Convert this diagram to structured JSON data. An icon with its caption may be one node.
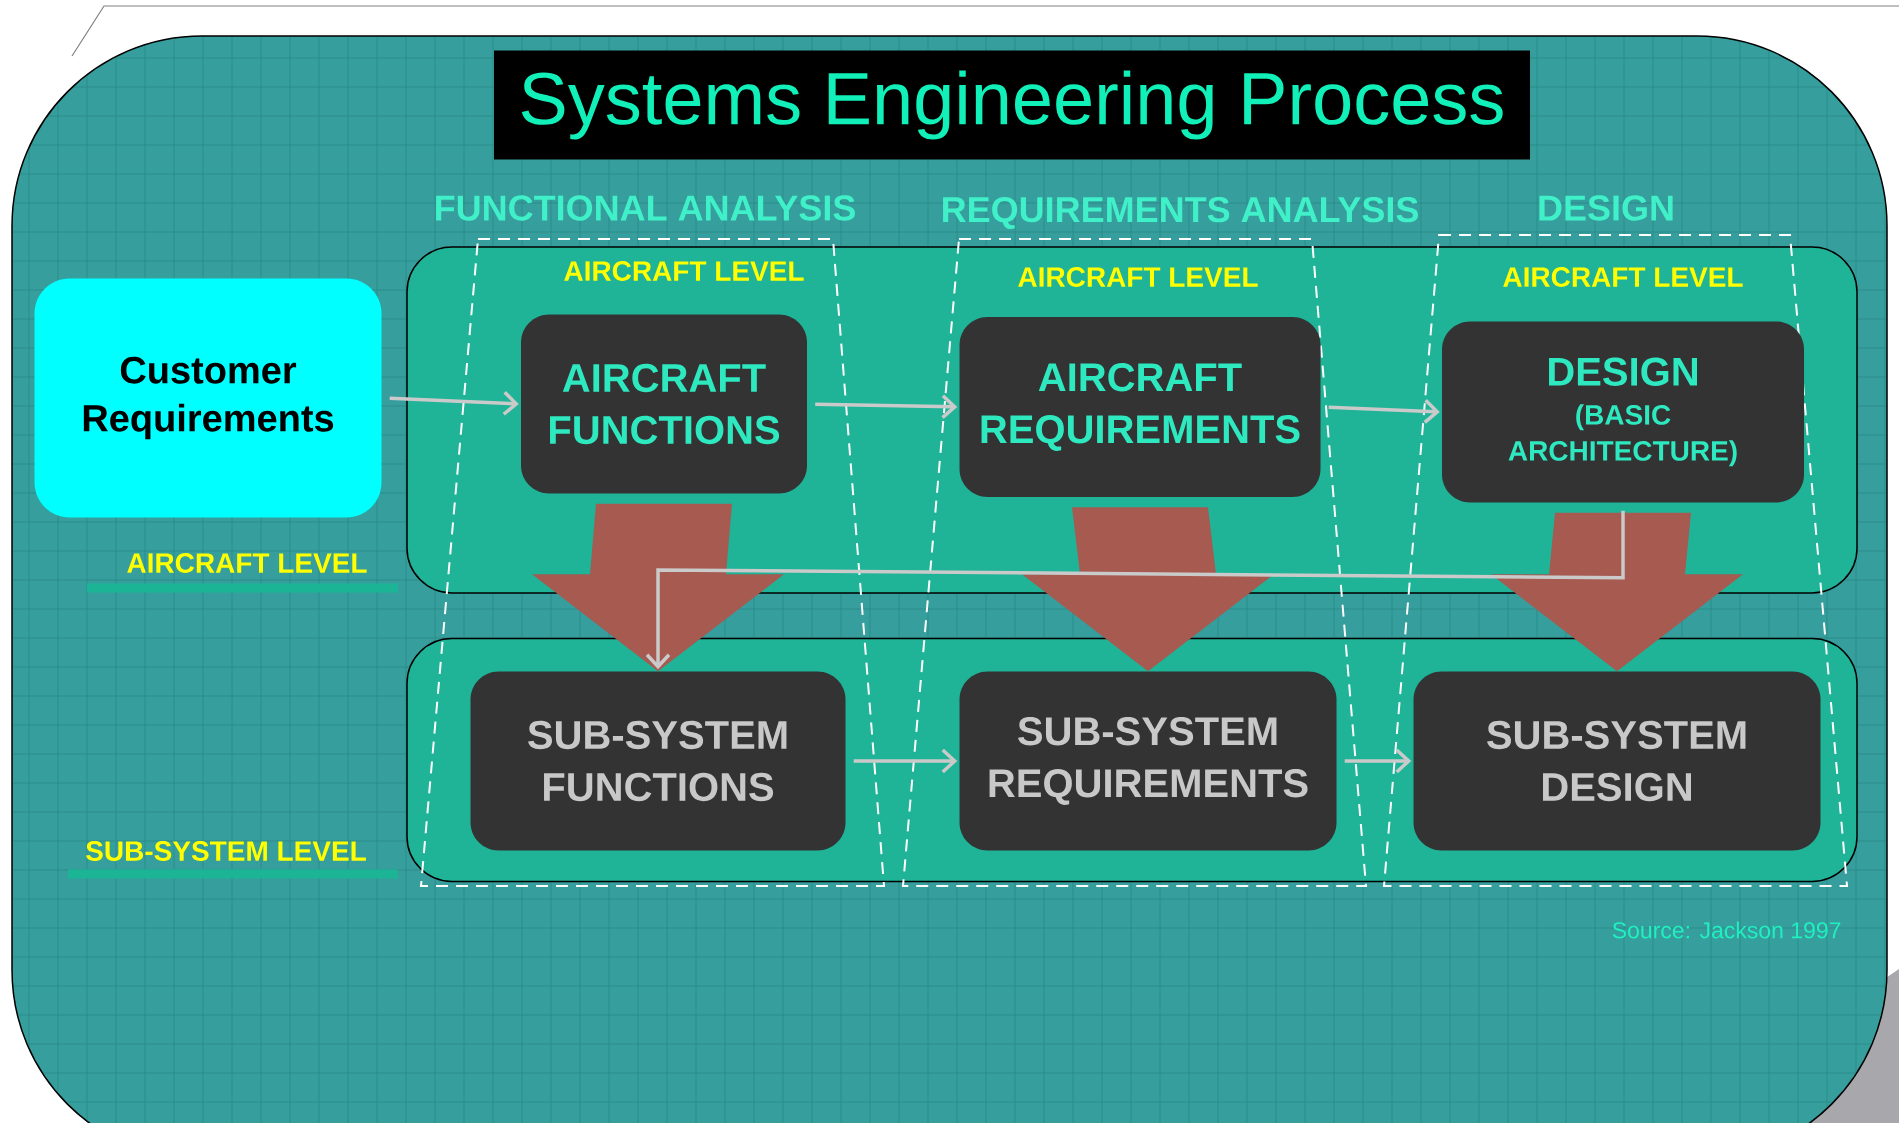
{
  "diagram": {
    "title": "Systems Engineering Process",
    "nodes": [
      {
        "text": [
          "Customer Requirements"
        ]
      },
      {
        "text": [],
        "shape": "box",
        "beside": [
          "AIRCRAFT LEVEL"
        ]
      },
      {
        "text": [],
        "shape": "box",
        "beside": [
          "SUB-SYSTEM LEVEL"
        ]
      },
      {
        "text": [
          "AIRCRAFT FUNCTIONS"
        ],
        "in": 1
      },
      {
        "text": [
          "AIRCRAFT REQUIREMENTS"
        ],
        "in": 1
      },
      {
        "text": [
          "DESIGN",
          "(BASIC ARCHITECTURE)"
        ],
        "in": 1
      },
      {
        "text": [
          "SUB-SYSTEM FUNCTIONS"
        ],
        "in": 2
      },
      {
        "text": [
          "SUB-SYSTEM REQUIREMENTS"
        ],
        "in": 2
      },
      {
        "text": [
          "SUB-SYSTEM DESIGN"
        ],
        "in": 2
      }
    ],
    "edges": [
      {
        "from": 0,
        "to": 3,
        "arrow": "to"
      },
      {
        "from": 3,
        "to": 4,
        "arrow": "to"
      },
      {
        "from": 4,
        "to": 5,
        "arrow": "to"
      },
      {
        "from": 6,
        "to": 7,
        "arrow": "to"
      },
      {
        "from": 7,
        "to": 8,
        "arrow": "to"
      },
      {
        "from": 3,
        "to": 6,
        "arrow": "to",
        "style": "thick",
        "color": "#a65a50"
      },
      {
        "from": 4,
        "to": 7,
        "arrow": "to",
        "style": "thick",
        "color": "#a65a50"
      },
      {
        "from": 5,
        "to": 8,
        "arrow": "to",
        "style": "thick",
        "color": "#a65a50"
      },
      {
        "from": 5,
        "to": 6,
        "arrow": "to"
      }
    ],
    "labels": [
      "FUNCTIONAL ANALYSIS",
      "REQUIREMENTS ANALYSIS",
      "DESIGN",
      "AIRCRAFT LEVEL",
      "AIRCRAFT LEVEL",
      "AIRCRAFT LEVEL",
      "Source: Jackson 1997"
    ]
  }
}
